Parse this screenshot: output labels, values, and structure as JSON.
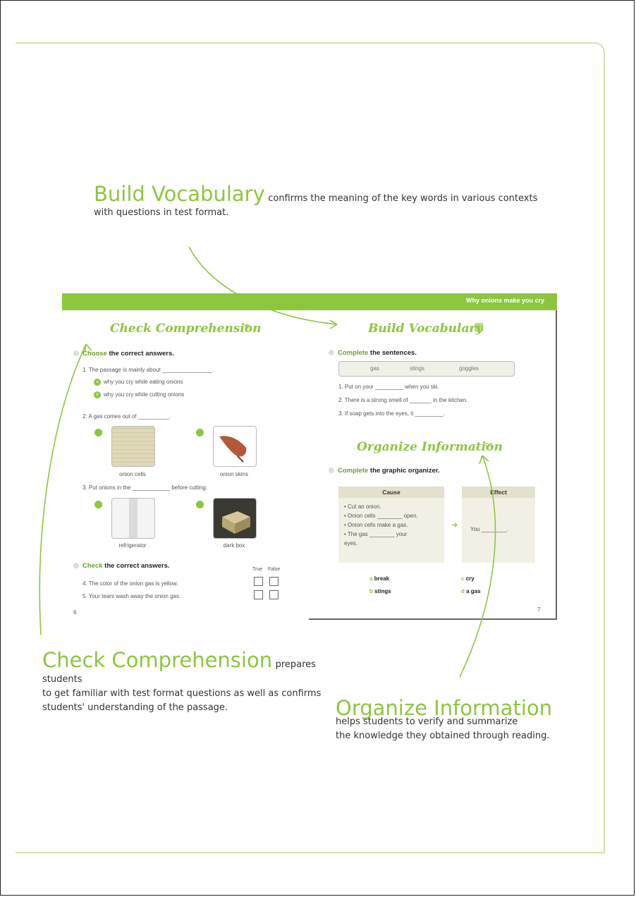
{
  "intro": {
    "vocab_title": "Build Vocabulary",
    "vocab_text1": "confirms the meaning of the key words in various contexts",
    "vocab_text2": "with questions in test format.",
    "check_title": "Check Comprehension",
    "check_text1": "prepares students",
    "check_text2": "to get familiar with test format questions as well as confirms",
    "check_text3": "students' understanding of the passage.",
    "org_title": "Organize Information",
    "org_text1": "helps students to verify and summarize",
    "org_text2": "the knowledge they obtained through reading."
  },
  "spread": {
    "header": "Why onions make you cry",
    "left": {
      "title": "Check Comprehension",
      "q_head_verb": "Choose",
      "q_head_rest": " the correct answers.",
      "q1": "1. The passage is mainly about ________________.",
      "q1_a": "why you cry while eating onions",
      "q1_b": "why you cry while cutting onions",
      "q2": "2. A gas comes out of __________.",
      "q2_a_caption": "onion cells",
      "q2_b_caption": "onion skins",
      "q3_pre": "3. Put onions in the ____________",
      "q3_post": "before cutting.",
      "q3_a_caption": "refrigerator",
      "q3_b_caption": "dark box",
      "check_head_verb": "Check",
      "check_head_rest": " the correct answers.",
      "true_label": "True",
      "false_label": "False",
      "s4": "4. The color of the onion gas is yellow.",
      "s5": "5. Your tears wash away the onion gas.",
      "page_num": "6"
    },
    "right": {
      "vocab_title": "Build Vocabulary",
      "vocab_head_verb": "Complete",
      "vocab_head_rest": " the sentences.",
      "words": [
        "gas",
        "stings",
        "goggles"
      ],
      "v1": "1. Put on your _________ when you ski.",
      "v2": "2. There is a strong smell of _______ in the kitchen.",
      "v3": "3. If soap gets into the eyes, it _________.",
      "org_title": "Organize Information",
      "org_head_verb": "Complete",
      "org_head_rest": " the graphic organizer.",
      "cause_label": "Cause",
      "effect_label": "Effect",
      "cause_items": [
        "• Cut an onion.",
        "• Onion cells ________ open.",
        "• Onion cells make a gas.",
        "• The gas ________ your",
        "  eyes."
      ],
      "effect_text": "You ________.",
      "options": [
        "break",
        "stings",
        "cry",
        "a gas"
      ],
      "option_letters": [
        "a",
        "b",
        "c",
        "d"
      ],
      "page_num": "7"
    }
  }
}
